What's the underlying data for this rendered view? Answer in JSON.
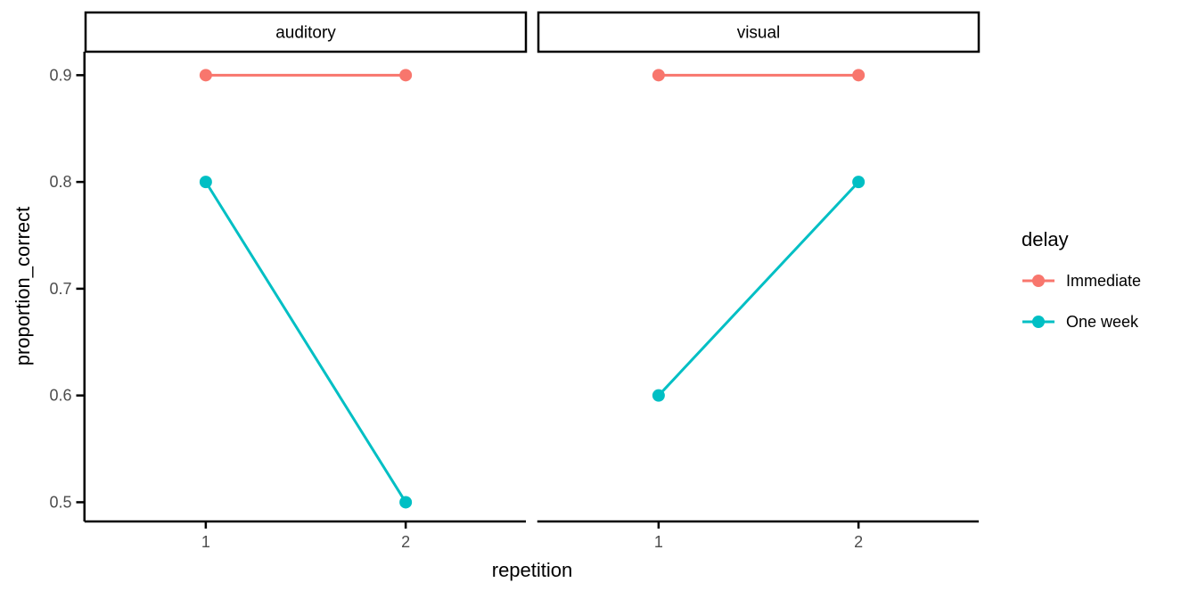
{
  "figure": {
    "background": "#FFFFFF",
    "axis_text_color": "#4D4D4D",
    "axis_title_color": "#000000",
    "strip_fill": "#FFFFFF",
    "strip_border": "#000000",
    "axis_line_color": "#000000"
  },
  "chart_data": {
    "type": "line",
    "facet_variable_values": [
      "auditory",
      "visual"
    ],
    "facets": [
      {
        "label": "auditory",
        "series": [
          {
            "name": "Immediate",
            "x": [
              1,
              2
            ],
            "y": [
              0.9,
              0.9
            ]
          },
          {
            "name": "One week",
            "x": [
              1,
              2
            ],
            "y": [
              0.8,
              0.5
            ]
          }
        ]
      },
      {
        "label": "visual",
        "series": [
          {
            "name": "Immediate",
            "x": [
              1,
              2
            ],
            "y": [
              0.9,
              0.9
            ]
          },
          {
            "name": "One week",
            "x": [
              1,
              2
            ],
            "y": [
              0.6,
              0.8
            ]
          }
        ]
      }
    ],
    "series_colors": {
      "Immediate": "#F8766D",
      "One week": "#00BFC4"
    },
    "xlabel": "repetition",
    "ylabel": "proportion_correct",
    "x_ticks": [
      "1",
      "2"
    ],
    "y_ticks": [
      0.5,
      0.6,
      0.7,
      0.8,
      0.9
    ],
    "y_tick_labels": [
      "0.5",
      "0.6",
      "0.7",
      "0.8",
      "0.9"
    ],
    "ylim": [
      0.482,
      0.922
    ],
    "grid": false,
    "legend": {
      "title": "delay",
      "position": "right",
      "items": [
        {
          "label": "Immediate",
          "color": "#F8766D"
        },
        {
          "label": "One week",
          "color": "#00BFC4"
        }
      ]
    }
  }
}
